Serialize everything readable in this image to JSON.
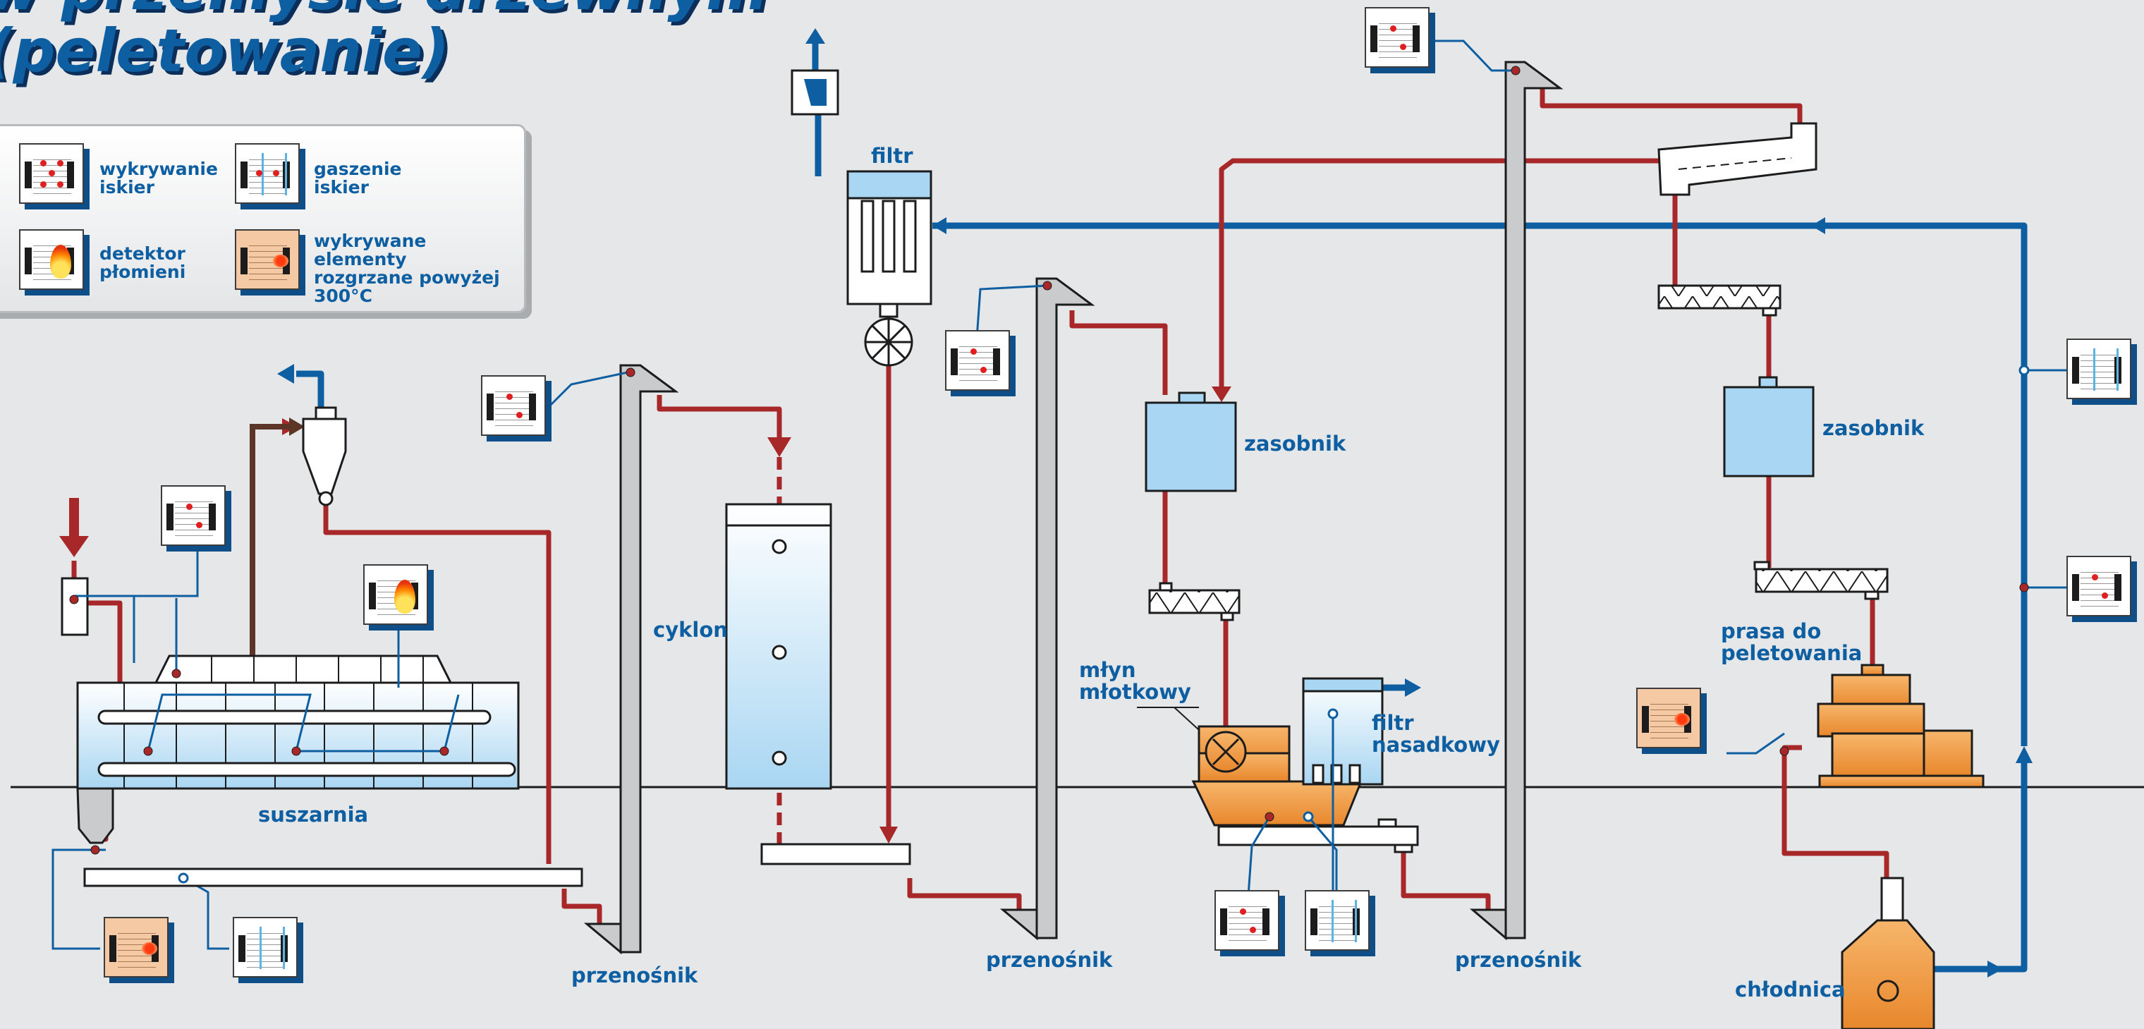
{
  "title": {
    "line1": "w przemyśle drzewnym",
    "line2": "(peletowanie)"
  },
  "legend": {
    "spark_detection": "wykrywanie\niskier",
    "spark_extinguishing": "gaszenie\niskier",
    "flame_detector": "detektor\npłomieni",
    "hot_elements": "wykrywane elementy\nrozgrzane powyżej\n300°C"
  },
  "labels": {
    "dryer": "suszarnia",
    "cyclone": "cyklon",
    "filter": "filtr",
    "hopper_1": "zasobnik",
    "hopper_2": "zasobnik",
    "hammer_mill": "młyn\nmłotkowy",
    "top_filter": "filtr\nnasadkowy",
    "pellet_press": "prasa do\npeletowania",
    "cooler": "chłodnica",
    "conveyor_1": "przenośnik",
    "conveyor_2": "przenośnik",
    "conveyor_3": "przenośnik"
  },
  "colors": {
    "background": "#e6e7e9",
    "material_line": "#a8282a",
    "air_line": "#0e5fa2",
    "label_blue": "#0e5fa2",
    "equipment_light_blue": "#a9d6f2",
    "equipment_orange": "#ef9a3c",
    "conveyor_gray": "#c9cbcd",
    "sensor_shadow": "#0e4f8a"
  },
  "icons": {
    "spark_detector": "spark-detector-icon",
    "spark_extinguisher": "spark-extinguisher-icon",
    "flame_detector": "flame-detector-icon",
    "hot_element_detector": "hot-element-detector-icon",
    "fan": "fan-icon",
    "rotary_valve": "rotary-valve-icon"
  }
}
